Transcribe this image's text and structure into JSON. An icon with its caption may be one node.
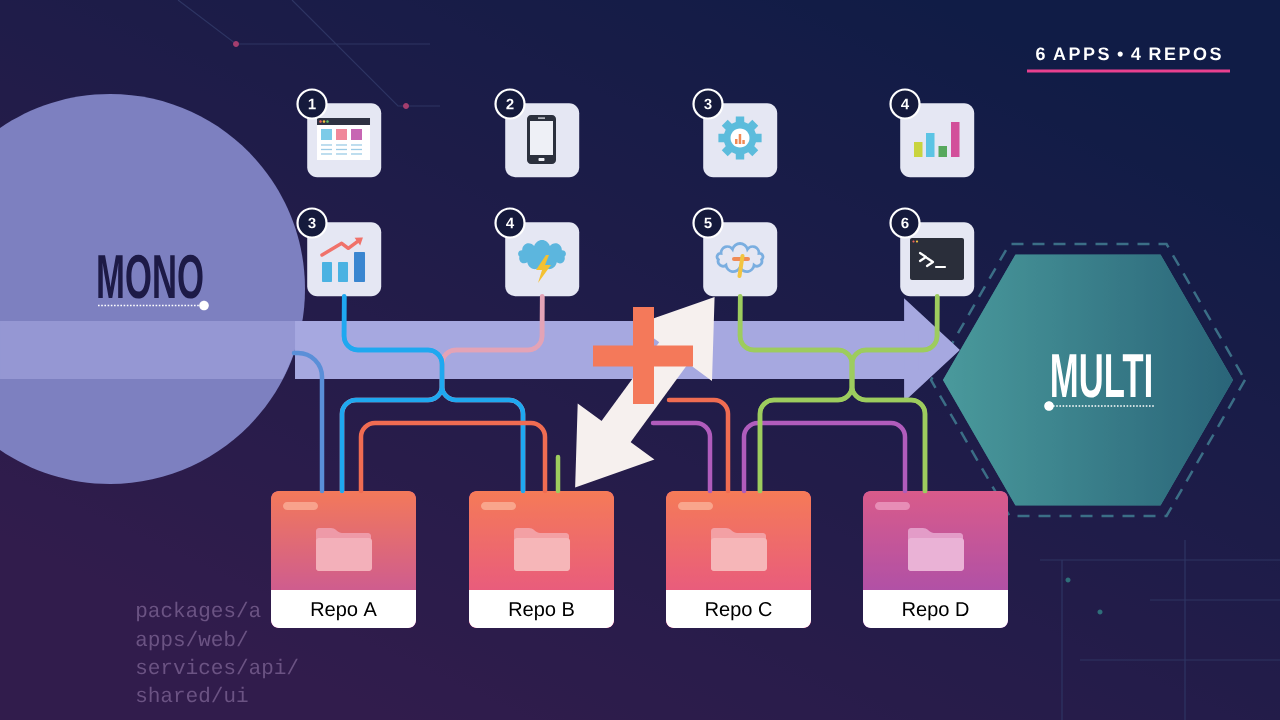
{
  "diagram": {
    "title": "6 APPS • 4 REPOS",
    "nodes": [
      {
        "text": [
          "1"
        ]
      },
      {
        "text": [
          "2"
        ]
      },
      {
        "text": [
          "3"
        ]
      },
      {
        "text": [
          "4"
        ]
      },
      {
        "text": [
          "MONO"
        ]
      },
      {
        "text": [
          "3"
        ]
      },
      {
        "text": [
          "4"
        ]
      },
      {
        "text": [
          "5"
        ]
      },
      {
        "text": [
          "6"
        ]
      },
      {
        "text": [
          "MULTI"
        ]
      },
      {
        "text": [
          "Repo A"
        ]
      },
      {
        "text": [
          "Repo B"
        ]
      },
      {
        "text": [
          "Repo C"
        ]
      },
      {
        "text": [
          "Repo D"
        ]
      }
    ],
    "edges": [
      {
        "from": 4,
        "to": 9,
        "arrow": "to",
        "style": "thick",
        "color": "#a6a8e0"
      },
      {
        "from": 4,
        "to": 10,
        "arrow": "none",
        "color": "#5a8fd8"
      },
      {
        "from": 6,
        "to": 10,
        "arrow": "none",
        "color": "#e4a3b6"
      },
      {
        "from": 6,
        "to": 11,
        "arrow": "none",
        "color": "#e4a3b6"
      },
      {
        "from": 5,
        "to": 10,
        "arrow": "none",
        "color": "#1fa8f0"
      },
      {
        "from": 5,
        "to": 11,
        "arrow": "none",
        "color": "#1fa8f0"
      },
      {
        "from": 10,
        "to": 11,
        "arrow": "none",
        "color": "#f06c52"
      },
      {
        "from": null,
        "to": 12,
        "arrow": "none",
        "color": "#f06c52"
      },
      {
        "from": null,
        "to": 12,
        "arrow": "none",
        "color": "#b05cbc"
      },
      {
        "from": 12,
        "to": 13,
        "arrow": "none",
        "color": "#b05cbc"
      },
      {
        "from": 7,
        "to": 12,
        "arrow": "none",
        "color": "#9dcc5e"
      },
      {
        "from": 7,
        "to": 13,
        "arrow": "none",
        "color": "#9dcc5e"
      },
      {
        "from": 8,
        "to": 12,
        "arrow": "none",
        "color": "#9dcc5e"
      },
      {
        "from": 8,
        "to": 13,
        "arrow": "none",
        "color": "#9dcc5e"
      },
      {
        "from": null,
        "to": 11,
        "arrow": "none",
        "color": "#9dcc5e"
      },
      {
        "from": 7,
        "to": 11,
        "arrow": "both",
        "style": "thick",
        "color": "#f6f0ee"
      }
    ],
    "labels": [
      "packages/a",
      "apps/web/",
      "services/api/",
      "shared/ui"
    ]
  }
}
